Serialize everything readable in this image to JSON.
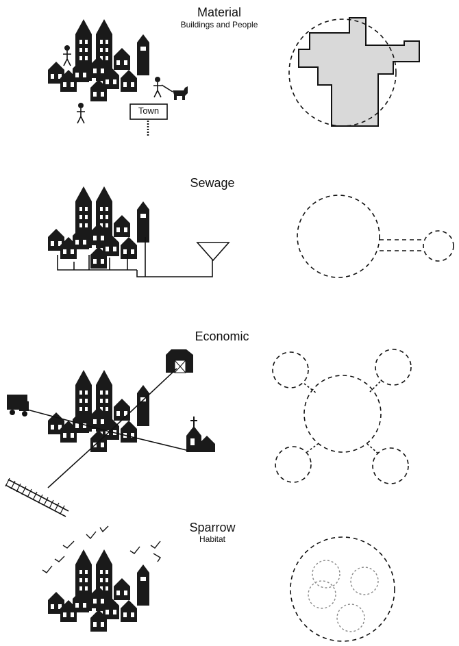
{
  "panels": [
    {
      "title": "Material",
      "subtitle": "Buildings and People",
      "sign": "Town"
    },
    {
      "title": "Sewage",
      "subtitle": ""
    },
    {
      "title": "Economic",
      "subtitle": ""
    },
    {
      "title": "Sparrow",
      "subtitle": "Habitat"
    }
  ],
  "colors": {
    "ink": "#111111",
    "fill": "#d9d9d9"
  }
}
